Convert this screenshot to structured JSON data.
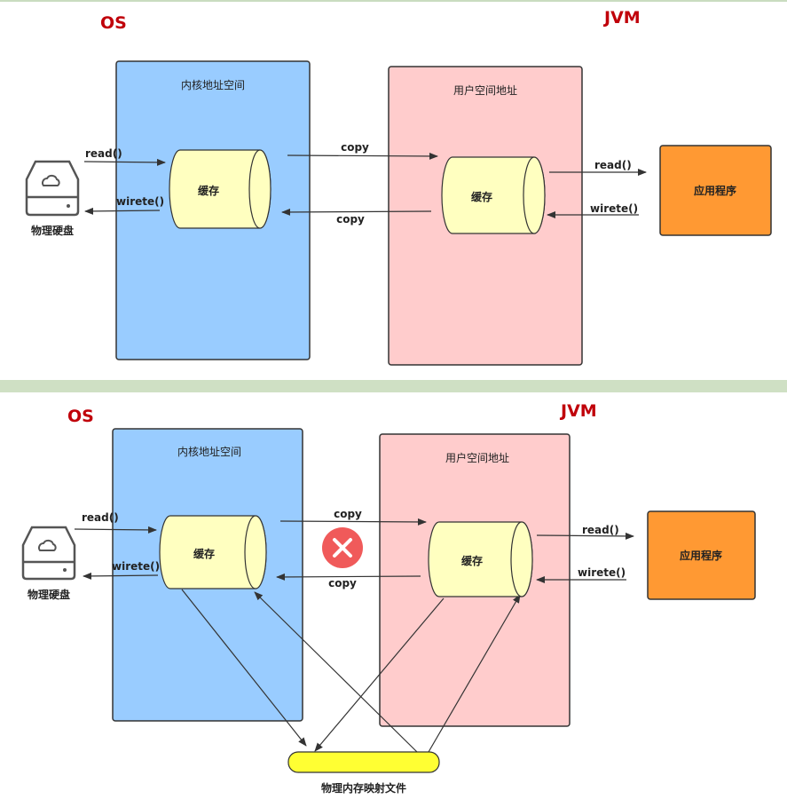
{
  "top": {
    "os_label": "OS",
    "jvm_label": "JVM",
    "kernel_title": "内核地址空间",
    "user_title": "用户空间地址",
    "kernel_cache": "缓存",
    "user_cache": "缓存",
    "disk_label": "物理硬盘",
    "disk_read": "read()",
    "disk_write": "wirete()",
    "copy_to_user": "copy",
    "copy_to_kernel": "copy",
    "app_read": "read()",
    "app_write": "wirete()",
    "app_label": "应用程序"
  },
  "bottom": {
    "os_label": "OS",
    "jvm_label": "JVM",
    "kernel_title": "内核地址空间",
    "user_title": "用户空间地址",
    "kernel_cache": "缓存",
    "user_cache": "缓存",
    "disk_label": "物理硬盘",
    "disk_read": "read()",
    "disk_write": "wirete()",
    "copy_to_user": "copy",
    "copy_to_kernel": "copy",
    "app_read": "read()",
    "app_write": "wirete()",
    "app_label": "应用程序",
    "mmap_label": "物理内存映射文件"
  },
  "colors": {
    "kernel_fill": "#99ccff",
    "user_fill": "#ffcccc",
    "cache_fill": "#ffffc0",
    "app_fill": "#ff9933",
    "mmap_fill": "#ffff33",
    "blocked_fill": "#f05a5a",
    "title_red": "#c0000a"
  }
}
